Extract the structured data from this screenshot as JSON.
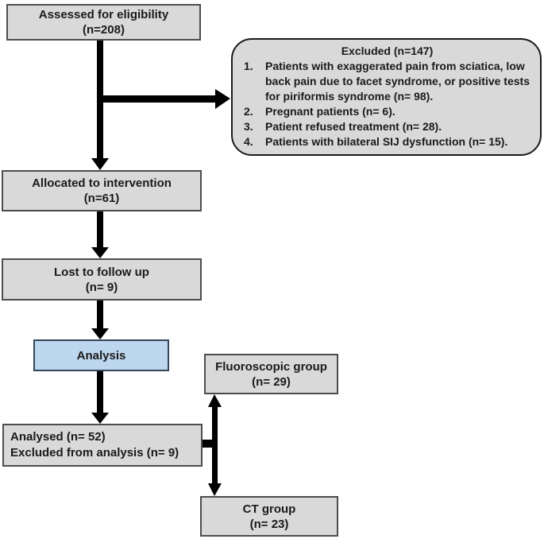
{
  "figure": {
    "type": "consort-flowchart"
  },
  "colors": {
    "box_fill": "#d9d9d9",
    "box_border": "#4d4d4d",
    "excluded_border": "#1a1a1a",
    "analysis_fill": "#bdd7ee",
    "analysis_border": "#33475c",
    "arrow": "#000000",
    "background": "#ffffff",
    "text": "#1a1a1a"
  },
  "boxes": {
    "assessed": {
      "line1": "Assessed for eligibility",
      "line2": "(n=208)"
    },
    "excluded": {
      "title": "Excluded (n=147)",
      "items": [
        {
          "num": "1.",
          "text": "Patients with exaggerated pain from sciatica, low back pain due to facet syndrome, or positive tests for piriformis syndrome (n= 98)."
        },
        {
          "num": "2.",
          "text": "Pregnant patients (n= 6)."
        },
        {
          "num": "3.",
          "text": "Patient refused treatment (n= 28)."
        },
        {
          "num": "4.",
          "text": "Patients with bilateral SIJ dysfunction (n= 15)."
        }
      ]
    },
    "allocated": {
      "line1": "Allocated to intervention",
      "line2": "(n=61)"
    },
    "lost": {
      "line1": "Lost to follow up",
      "line2": "(n= 9)"
    },
    "analysis": {
      "label": "Analysis"
    },
    "analysed": {
      "line1": "Analysed (n= 52)",
      "line2": "Excluded from analysis (n= 9)"
    },
    "fluoroscopic": {
      "line1": "Fluoroscopic group",
      "line2": "(n= 29)"
    },
    "ct": {
      "line1": "CT group",
      "line2": "(n= 23)"
    }
  }
}
